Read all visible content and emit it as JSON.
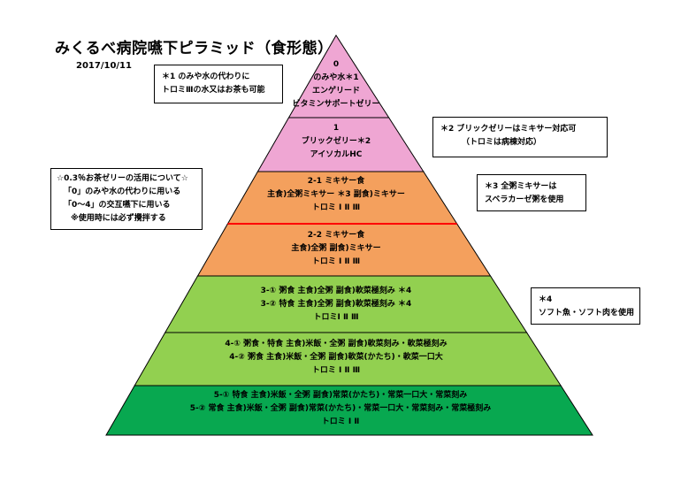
{
  "title": "みくるべ病院嚥下ピラミッド（食形態）",
  "date": "2017/10/11",
  "colors": {
    "pink": "#efa6d3",
    "orange": "#f4a05d",
    "light_green": "#92d050",
    "dark_green": "#08a850",
    "red_divider": "#ff0000"
  },
  "layers": [
    {
      "id": "0",
      "lines": [
        "0",
        "のみや水＊1",
        "エンゲリード",
        "ビタミンサポートゼリー"
      ]
    },
    {
      "id": "1",
      "lines": [
        "1",
        "ブリックゼリー＊2",
        "アイソカルHC"
      ]
    },
    {
      "id": "2-1",
      "lines": [
        "2-1  ミキサー食",
        "主食)全粥ミキサー  ＊3  副食)ミキサー",
        "トロミ  Ⅰ  Ⅱ  Ⅲ"
      ]
    },
    {
      "id": "2-2",
      "lines": [
        "2-2  ミキサー食",
        "主食)全粥      副食)ミキサー",
        "トロミ  Ⅰ  Ⅱ  Ⅲ"
      ]
    },
    {
      "id": "3",
      "lines": [
        "3-①  粥食  主食)全粥  副食)軟菜極刻み  ＊4",
        "3-②  特食  主食)全粥  副食)軟菜極刻み  ＊4",
        "トロミⅠ  Ⅱ  Ⅲ"
      ]
    },
    {
      "id": "4",
      "lines": [
        "4-①  粥食・特食  主食)米飯・全粥  副食)軟菜刻み・軟菜極刻み",
        "4-②  粥食      主食)米飯・全粥  副食)軟菜(かたち)・軟菜一口大",
        "トロミ  Ⅰ  Ⅱ  Ⅲ"
      ]
    },
    {
      "id": "5",
      "lines": [
        "5-①  特食  主食)米飯・全粥  副食)常菜(かたち)・常菜一口大・常菜刻み",
        "5-②  常食  主食)米飯・全粥  副食)常菜(かたち)・常菜一口大・常菜刻み・常菜極刻み",
        "トロミ  Ⅰ  Ⅱ"
      ]
    }
  ],
  "notes": [
    {
      "id": "note1",
      "lines": [
        "＊1  のみや水の代わりに",
        "トロミⅢの水又はお茶も可能"
      ]
    },
    {
      "id": "note2",
      "lines": [
        "＊2  ブリックゼリーはミキサー対応可",
        "（トロミは病棟対応）"
      ]
    },
    {
      "id": "note3",
      "lines": [
        "＊3  全粥ミキサーは",
        "スベラカーゼ粥を使用"
      ]
    },
    {
      "id": "note4",
      "lines": [
        "＊4",
        "ソフト魚・ソフト肉を使用"
      ]
    },
    {
      "id": "note_tea",
      "lines": [
        "☆0.3％お茶ゼリーの活用について☆",
        "「0」のみや水の代わりに用いる",
        "「0～4」の交互嚥下に用いる",
        "※使用時には必ず攪拌する"
      ]
    }
  ]
}
